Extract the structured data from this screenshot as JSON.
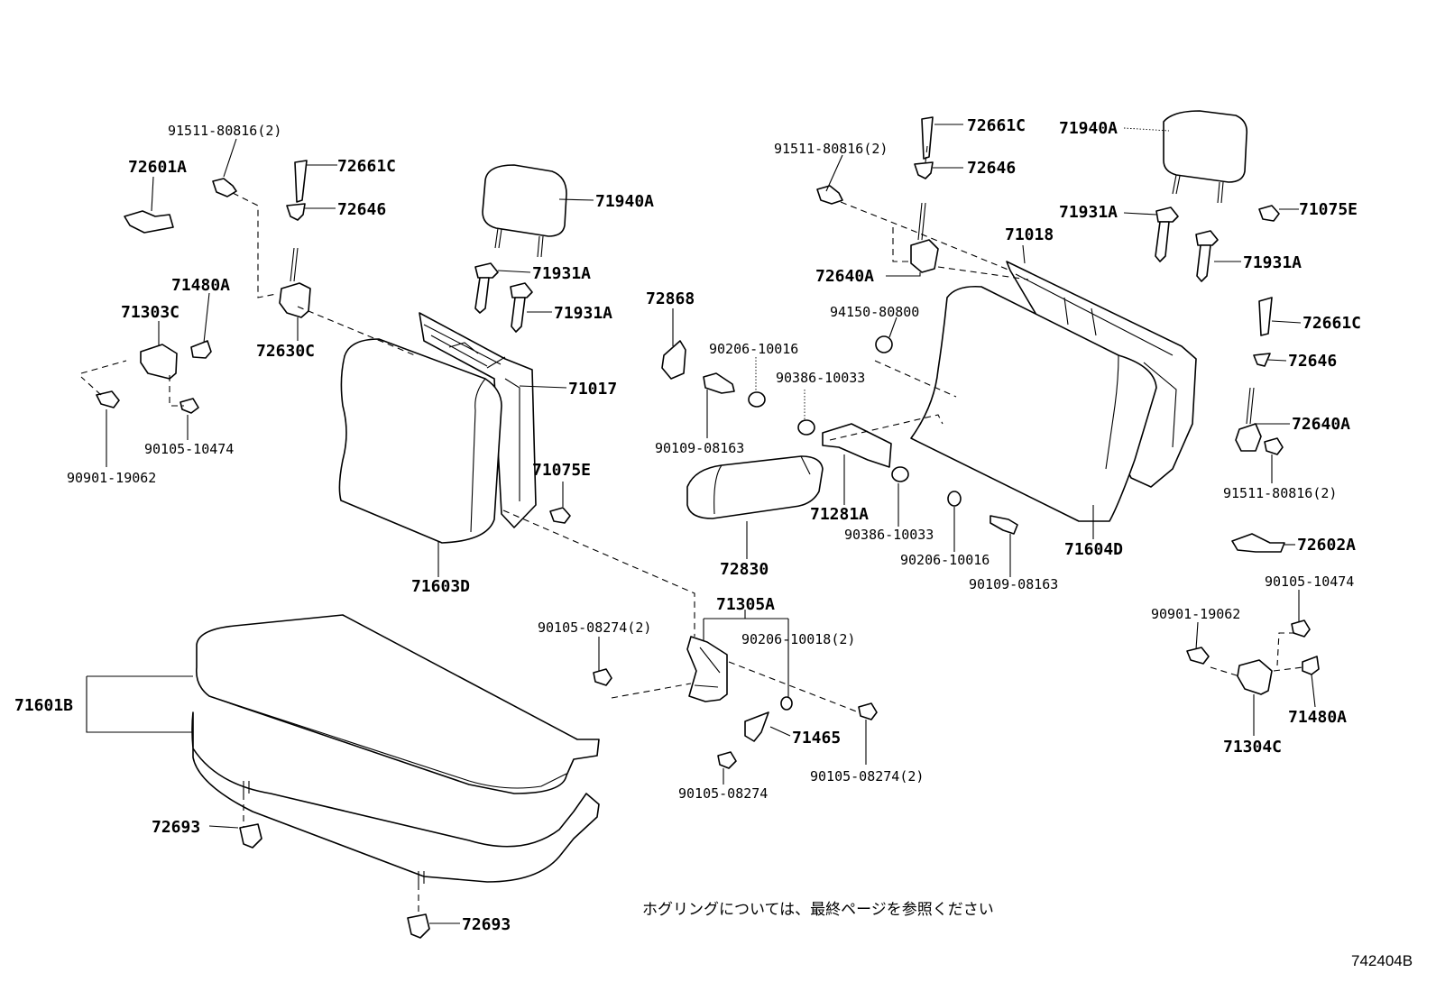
{
  "labels": {
    "p91511_l": "91511-80816(2)",
    "p72601A": "72601A",
    "p72661C_l": "72661C",
    "p72646_l": "72646",
    "p71480A_l": "71480A",
    "p71303C": "71303C",
    "p72630C": "72630C",
    "p90105_10474_l": "90105-10474",
    "p90901_19062_l": "90901-19062",
    "p71940A_l": "71940A",
    "p71931A_l1": "71931A",
    "p71931A_l2": "71931A",
    "p71017": "71017",
    "p71075E_l": "71075E",
    "p71603D": "71603D",
    "p72868": "72868",
    "p90206_10016_l": "90206-10016",
    "p90109_08163_l": "90109-08163",
    "p91511_r": "91511-80816(2)",
    "p72661C_r": "72661C",
    "p72646_r": "72646",
    "p72640A_l": "72640A",
    "p94150": "94150-80800",
    "p90386_10033_t": "90386-10033",
    "p71281A": "71281A",
    "p90386_10033_b": "90386-10033",
    "p72830": "72830",
    "p90206_10016_r": "90206-10016",
    "p90109_08163_r": "90109-08163",
    "p71940A_r": "71940A",
    "p71931A_r1": "71931A",
    "p71931A_r2": "71931A",
    "p71075E_r": "71075E",
    "p71018": "71018",
    "p72661C_rr": "72661C",
    "p72646_rr": "72646",
    "p72640A_r": "72640A",
    "p91511_rr": "91511-80816(2)",
    "p71604D": "71604D",
    "p72602A": "72602A",
    "p90105_10474_r": "90105-10474",
    "p90901_19062_r": "90901-19062",
    "p71480A_r": "71480A",
    "p71304C": "71304C",
    "p71305A": "71305A",
    "p90105_08274_2a": "90105-08274(2)",
    "p90206_10018": "90206-10018(2)",
    "p71465": "71465",
    "p90105_08274": "90105-08274",
    "p90105_08274_2b": "90105-08274(2)",
    "p71601B": "71601B",
    "p72693_a": "72693",
    "p72693_b": "72693"
  },
  "note": "ホグリングについては、最終ページを参照ください",
  "diagram_code": "742404B"
}
